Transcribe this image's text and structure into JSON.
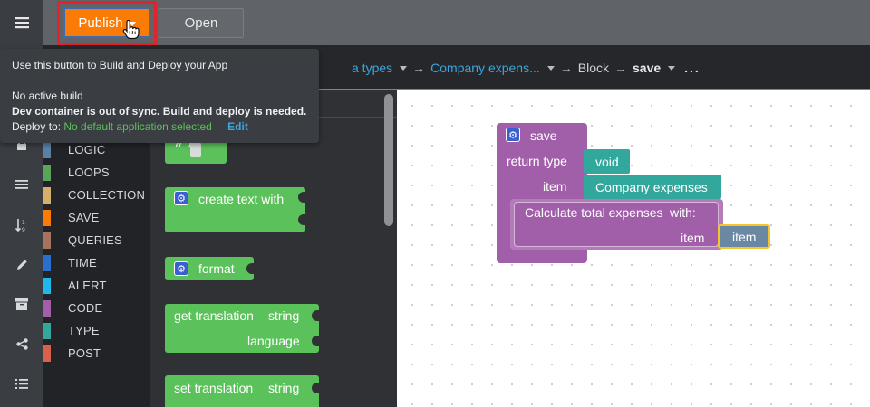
{
  "toolbar": {
    "publish_label": "Publish",
    "open_label": "Open"
  },
  "tooltip": {
    "line1": "Use this button to Build and Deploy your App",
    "no_build": "No active build",
    "sync_warning": "Dev container is out of sync. Build and deploy is needed.",
    "deploy_to_label": "Deploy to:",
    "deploy_target": "No default application selected",
    "edit_label": "Edit"
  },
  "breadcrumb": {
    "item1": "a types",
    "item2": "Company expens...",
    "item3": "Block",
    "item4": "save",
    "more": "..."
  },
  "categories": [
    {
      "label": "LOGIC",
      "color": "#5b80a5"
    },
    {
      "label": "LOOPS",
      "color": "#5ba55b"
    },
    {
      "label": "COLLECTION",
      "color": "#d4b06a"
    },
    {
      "label": "SAVE",
      "color": "#fa7b05"
    },
    {
      "label": "QUERIES",
      "color": "#a5745b"
    },
    {
      "label": "TIME",
      "color": "#2b6fcc"
    },
    {
      "label": "ALERT",
      "color": "#20b8e8"
    },
    {
      "label": "CODE",
      "color": "#a15fa9"
    },
    {
      "label": "TYPE",
      "color": "#31a89b"
    },
    {
      "label": "POST",
      "color": "#d9604a"
    }
  ],
  "flyout": {
    "quote_block": "“  ”",
    "create_text": "create text with",
    "format": "format",
    "get_translation": "get translation",
    "string1": "string",
    "language": "language",
    "set_translation": "set translation",
    "string2": "string"
  },
  "workspace": {
    "save_label": "save",
    "return_type_label": "return type",
    "return_type_value": "void",
    "item_label": "item",
    "item_type_value": "Company expenses",
    "calc_label": "Calculate total expenses",
    "with_label": "with:",
    "param_label": "item",
    "param_value": "item"
  },
  "icons": {
    "menu": "hamburger-menu-icon",
    "lock": "lock-icon",
    "list": "list-icon",
    "sort": "sort-icon",
    "edit": "pencil-icon",
    "archive": "archive-icon",
    "share": "share-icon",
    "checklist": "checklist-icon",
    "cursor": "hand-pointer-icon"
  },
  "colors": {
    "publish": "#fa7b05",
    "highlight": "#e0232c",
    "block_purple": "#a15fa9",
    "block_teal": "#31a89b",
    "block_green": "#5bc15a",
    "link_blue": "#3aa6e0"
  }
}
